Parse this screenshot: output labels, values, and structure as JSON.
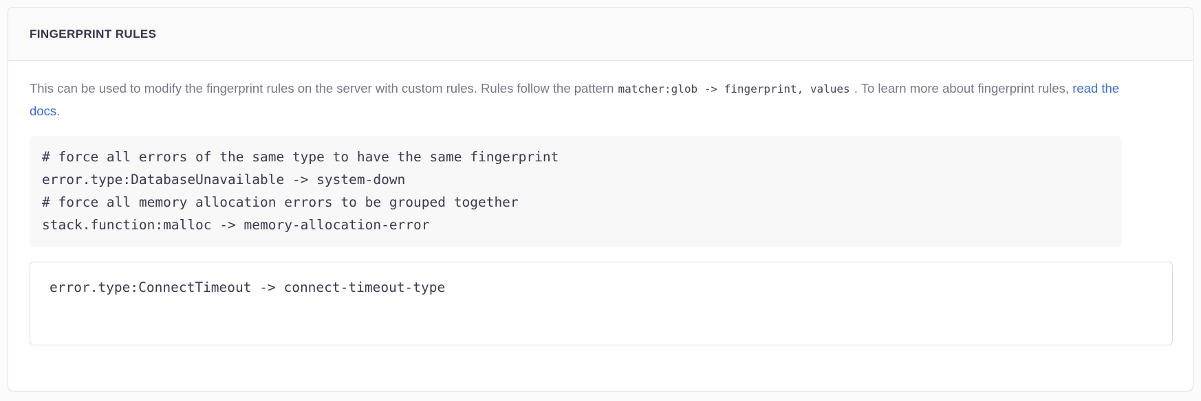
{
  "panel": {
    "title": "FINGERPRINT RULES",
    "description": {
      "part1": "This can be used to modify the fingerprint rules on the server with custom rules. Rules follow the pattern ",
      "code": "matcher:glob -> fingerprint, values",
      "part2": " . To learn more about fingerprint rules, ",
      "link_text": "read the docs",
      "part3": "."
    },
    "code_sample": "# force all errors of the same type to have the same fingerprint\nerror.type:DatabaseUnavailable -> system-down\n# force all memory allocation errors to be grouped together\nstack.function:malloc -> memory-allocation-error",
    "textarea": {
      "value": "error.type:ConnectTimeout -> connect-timeout-type",
      "placeholder": ""
    }
  },
  "colors": {
    "panel_border": "#e0dfe6",
    "header_bg": "#fafafb",
    "title_text": "#3b3047",
    "body_text": "#7a7588",
    "link": "#3c6bd9",
    "code_bg": "#f8f8f9",
    "code_text": "#3f3750"
  }
}
